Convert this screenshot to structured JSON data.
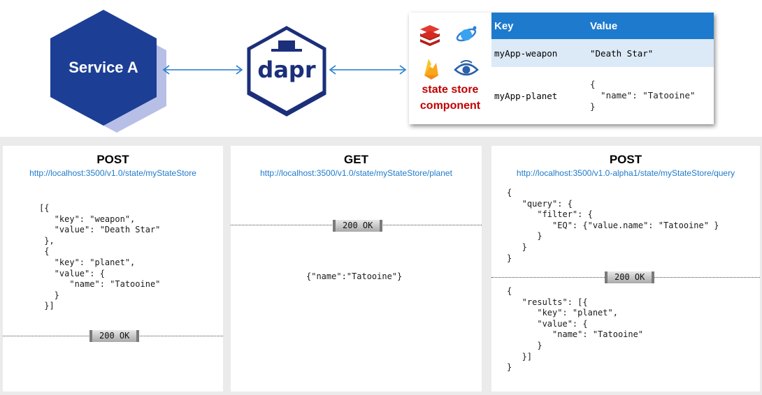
{
  "service": {
    "label": "Service A"
  },
  "dapr": {
    "logo_text": "dapr"
  },
  "state_store": {
    "label_line1": "state store",
    "label_line2": "component",
    "icons": [
      "redis-icon",
      "cosmos-db-icon",
      "firebase-icon",
      "eye-icon"
    ]
  },
  "kv_table": {
    "headers": {
      "key": "Key",
      "value": "Value"
    },
    "rows": [
      {
        "key": "myApp-weapon",
        "value": "\"Death Star\""
      },
      {
        "key": "myApp-planet",
        "value": "{\n  \"name\": \"Tatooine\"\n}"
      }
    ]
  },
  "cards": [
    {
      "method": "POST",
      "url": "http://localhost:3500/v1.0/state/myStateStore",
      "request": "[{\n   \"key\": \"weapon\",\n   \"value\": \"Death Star\"\n },\n {\n   \"key\": \"planet\",\n   \"value\": {\n      \"name\": \"Tatooine\"\n   }\n }]",
      "status": "200 OK"
    },
    {
      "method": "GET",
      "url": "http://localhost:3500/v1.0/state/myStateStore/planet",
      "status": "200 OK",
      "response": "{\"name\":\"Tatooine\"}"
    },
    {
      "method": "POST",
      "url": "http://localhost:3500/v1.0-alpha1/state/myStateStore/query",
      "request": "{\n   \"query\": {\n      \"filter\": {\n         \"EQ\": {\"value.name\": \"Tatooine\" }\n      }\n   }\n}",
      "status": "200 OK",
      "response": "{\n   \"results\": [{\n      \"key\": \"planet\",\n      \"value\": {\n         \"name\": \"Tatooine\"\n      }\n   }]\n}"
    }
  ],
  "colors": {
    "service_hex": "#1c3f95",
    "service_shadow": "#b7bfe6",
    "dapr_navy": "#1b2f7a",
    "arrow": "#1e7acc",
    "table_header": "#1e7acc",
    "state_store_label": "#c00000"
  }
}
